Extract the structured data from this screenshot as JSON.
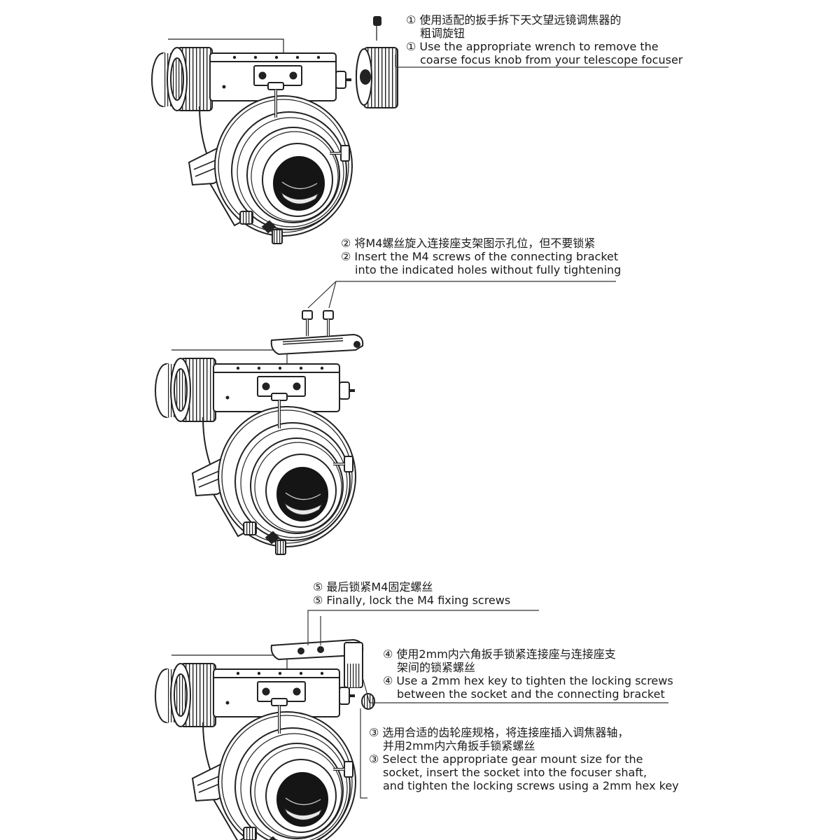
{
  "steps": [
    {
      "zh_1": "① 使用适配的扳手拆下天文望远镜调焦器的",
      "zh_2": "粗调旋钮",
      "en_1": "① Use the appropriate wrench to remove the",
      "en_2": "coarse focus knob from your telescope focuser"
    },
    {
      "zh_1": "② 将M4螺丝旋入连接座支架图示孔位，但不要锁紧",
      "en_1": "② Insert the M4 screws of the connecting bracket",
      "en_2": "into the indicated holes without fully tightening"
    },
    {
      "zh_1": "⑤ 最后锁紧M4固定螺丝",
      "en_1": "⑤ Finally, lock the M4 fixing screws"
    },
    {
      "zh_1": "④ 使用2mm内六角扳手锁紧连接座与连接座支",
      "zh_2": "架间的锁紧螺丝",
      "en_1": "④ Use a 2mm hex key to tighten the locking screws",
      "en_2": "between the socket and the connecting bracket"
    },
    {
      "zh_1": "③ 选用合适的齿轮座规格，将连接座插入调焦器轴，",
      "zh_2": "并用2mm内六角扳手锁紧螺丝",
      "en_1": "③ Select the appropriate gear mount size for the",
      "en_2": "socket, insert the socket into the focuser shaft,",
      "en_3": "and tighten the locking screws using a 2mm hex key"
    }
  ]
}
